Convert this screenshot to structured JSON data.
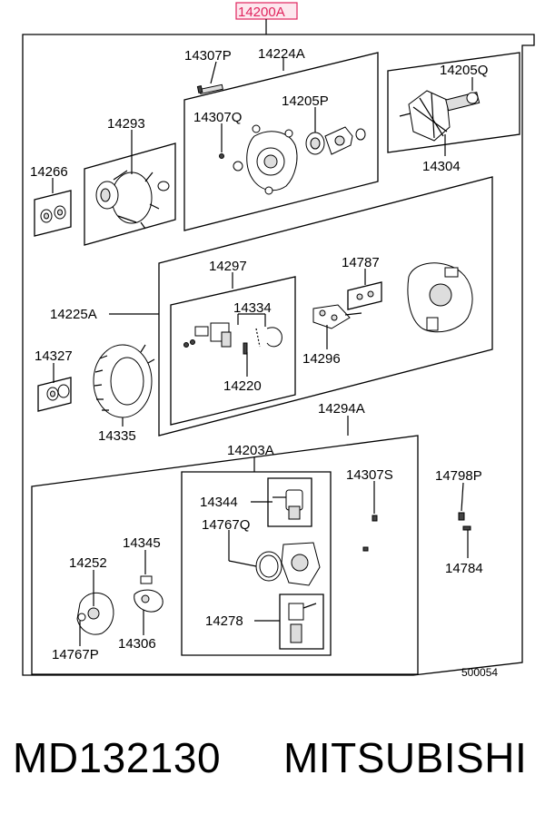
{
  "header_label": "14200A",
  "highlight_color": "#e0245e",
  "labels": {
    "p14307P_top": "14307P",
    "p14224A": "14224A",
    "p14205Q": "14205Q",
    "p14293": "14293",
    "p14307Q": "14307Q",
    "p14205P": "14205P",
    "p14266": "14266",
    "p14304": "14304",
    "p14297": "14297",
    "p14787": "14787",
    "p14225A": "14225A",
    "p14334": "14334",
    "p14327": "14327",
    "p14296": "14296",
    "p14220": "14220",
    "p14335": "14335",
    "p14294A": "14294A",
    "p14203A": "14203A",
    "p14307S": "14307S",
    "p14798P": "14798P",
    "p14344": "14344",
    "p14767Q": "14767Q",
    "p14345": "14345",
    "p14252": "14252",
    "p14784": "14784",
    "p14278": "14278",
    "p14767P": "14767P",
    "p14306": "14306",
    "drawing_no": "500054"
  },
  "caption": {
    "part_number": "MD132130",
    "brand": "MITSUBISHI"
  }
}
